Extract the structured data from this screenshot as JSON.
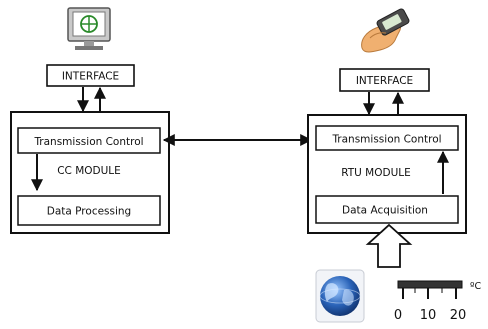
{
  "cc_side": {
    "interface_label": "INTERFACE",
    "module_label": "CC MODULE",
    "transmission_label": "Transmission Control",
    "processing_label": "Data Processing"
  },
  "rtu_side": {
    "interface_label": "INTERFACE",
    "module_label": "RTU MODULE",
    "transmission_label": "Transmission Control",
    "acquisition_label": "Data Acquisition"
  },
  "thermometer": {
    "unit_label": "ºC",
    "ticks": [
      "0",
      "10",
      "20"
    ]
  },
  "icons": {
    "cc_terminal": "computer-monitor-icon",
    "rtu_terminal": "handheld-device-icon",
    "globe": "globe-icon"
  },
  "colors": {
    "line": "#111111",
    "monitor_body": "#c9c9c9",
    "screen": "#2a8a2a",
    "hand": "#f0b070",
    "device": "#4a4a4a",
    "globe": "#2a63b8"
  }
}
